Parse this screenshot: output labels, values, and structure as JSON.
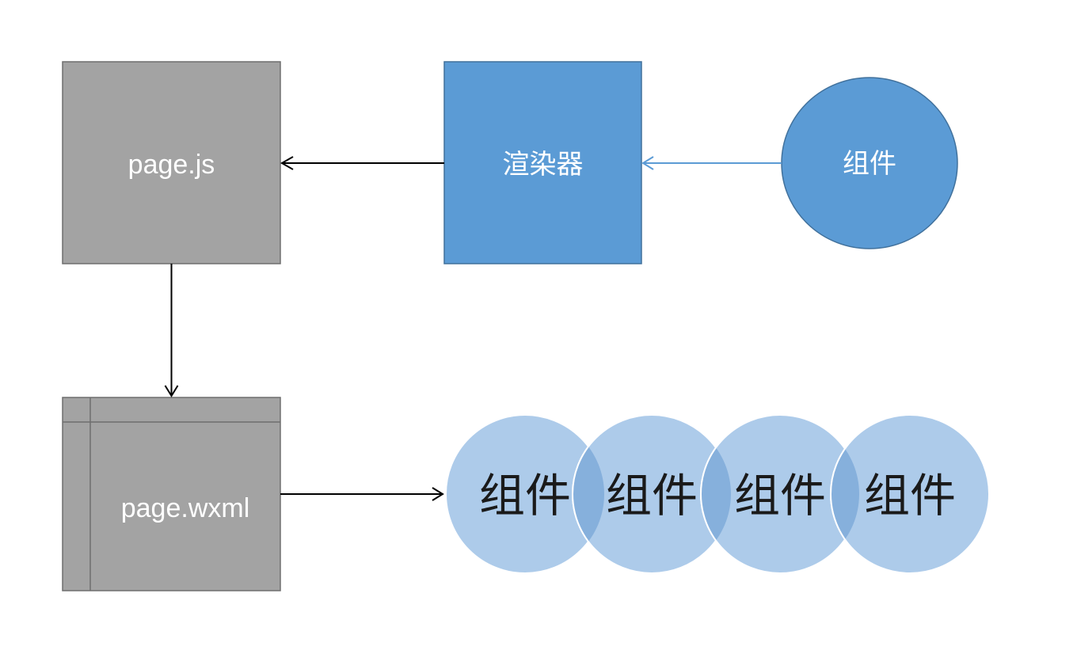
{
  "diagram": {
    "nodes": {
      "page_js": {
        "label": "page.js"
      },
      "page_wxml": {
        "label": "page.wxml"
      },
      "renderer": {
        "label": "渲染器"
      },
      "component": {
        "label": "组件"
      },
      "component_group": [
        {
          "label": "组件"
        },
        {
          "label": "组件"
        },
        {
          "label": "组件"
        },
        {
          "label": "组件"
        }
      ]
    },
    "edges": [
      {
        "from": "renderer",
        "to": "page_js"
      },
      {
        "from": "component",
        "to": "renderer"
      },
      {
        "from": "page_js",
        "to": "page_wxml"
      },
      {
        "from": "page_wxml",
        "to": "component_group"
      }
    ],
    "colors": {
      "gray_box": "#a3a3a3",
      "gray_border": "#6e6e6e",
      "blue": "#5b9bd5",
      "blue_border": "#41719c",
      "light_blue": "#adcbea",
      "overlap_blue": "#86b0dc",
      "arrow_black": "#000000",
      "arrow_blue": "#5b9bd5"
    }
  }
}
